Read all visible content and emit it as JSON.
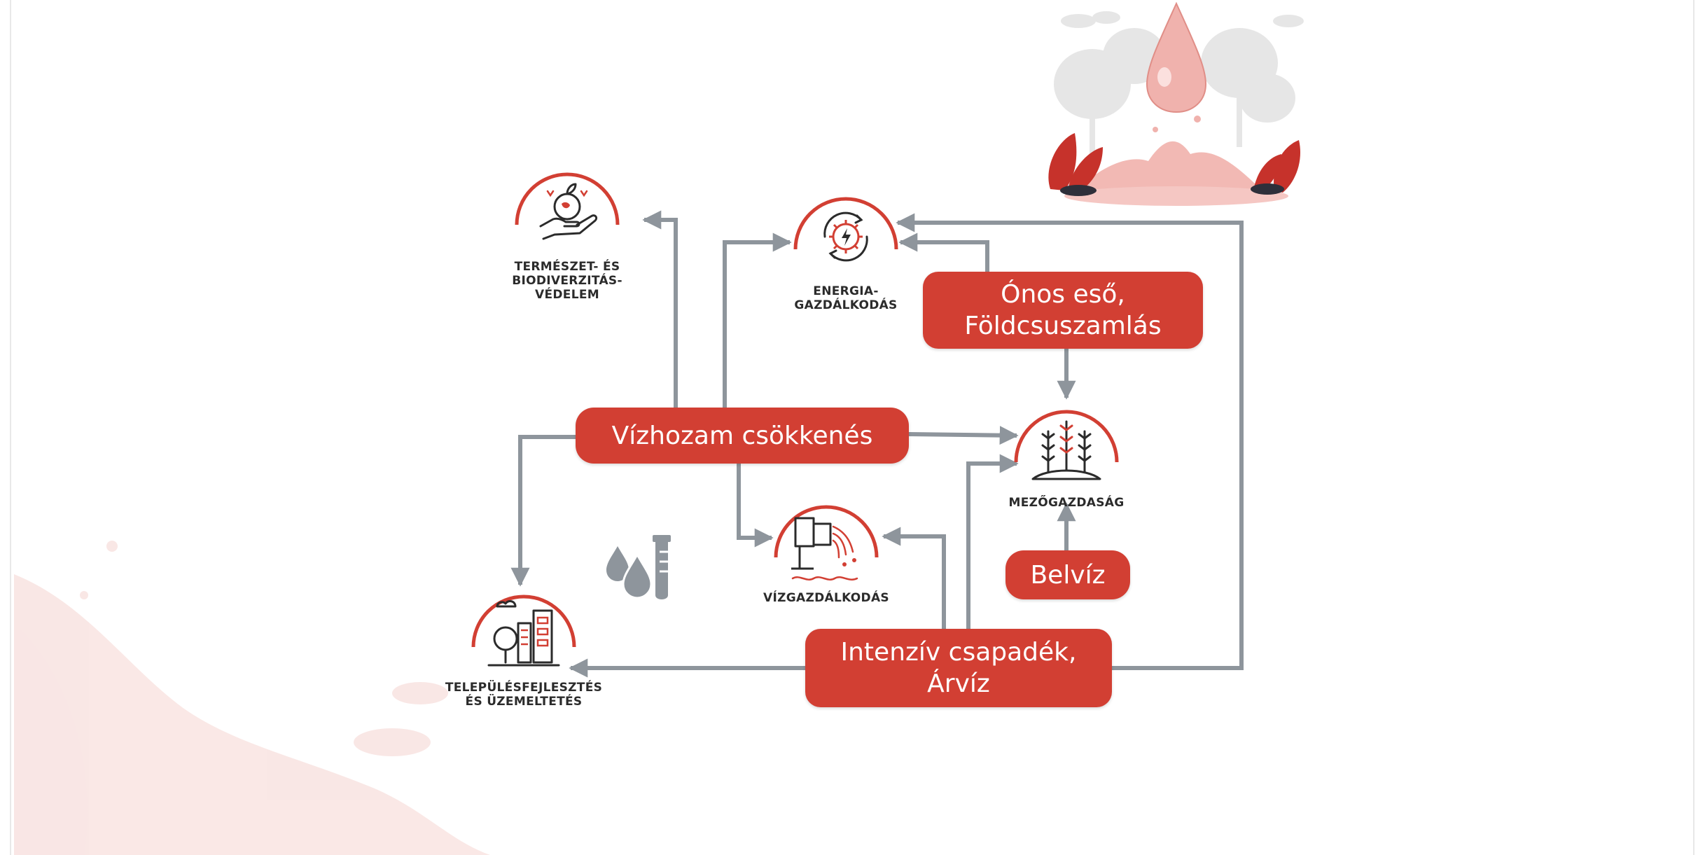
{
  "boxes": {
    "onos_eso": {
      "line1": "Ónos eső,",
      "line2": "Földcsuszamlás"
    },
    "vizhozam": {
      "label": "Vízhozam csökkenés"
    },
    "belviz": {
      "label": "Belvíz"
    },
    "intenziv": {
      "line1": "Intenzív csapadék,",
      "line2": "Árvíz"
    }
  },
  "sectors": {
    "termeszet": {
      "line1": "TERMÉSZET- ÉS",
      "line2": "BIODIVERZITÁS-",
      "line3": "VÉDELEM"
    },
    "energia": {
      "line1": "ENERGIA-",
      "line2": "GAZDÁLKODÁS"
    },
    "mezogazdasag": {
      "line1": "MEZŐGAZDASÁG"
    },
    "vizgazdalkodas": {
      "line1": "VÍZGAZDÁLKODÁS"
    },
    "telepules": {
      "line1": "TELEPÜLÉSFEJLESZTÉS",
      "line2": "ÉS ÜZEMELTETÉS"
    }
  },
  "icons": {
    "termeszet": "hand-holding-globe-icon",
    "energia": "gear-energy-icon",
    "mezogazdasag": "crops-icon",
    "vizgazdalkodas": "water-pipe-icon",
    "telepules": "city-buildings-icon",
    "water_test": "water-drops-test-tube-icon",
    "illustration": "water-drop-splash-illustration"
  },
  "colors": {
    "accent": "#d23f33",
    "arrow": "#8e959c",
    "icon_dark": "#2b2b2b",
    "icon_grey": "#8e959c"
  }
}
